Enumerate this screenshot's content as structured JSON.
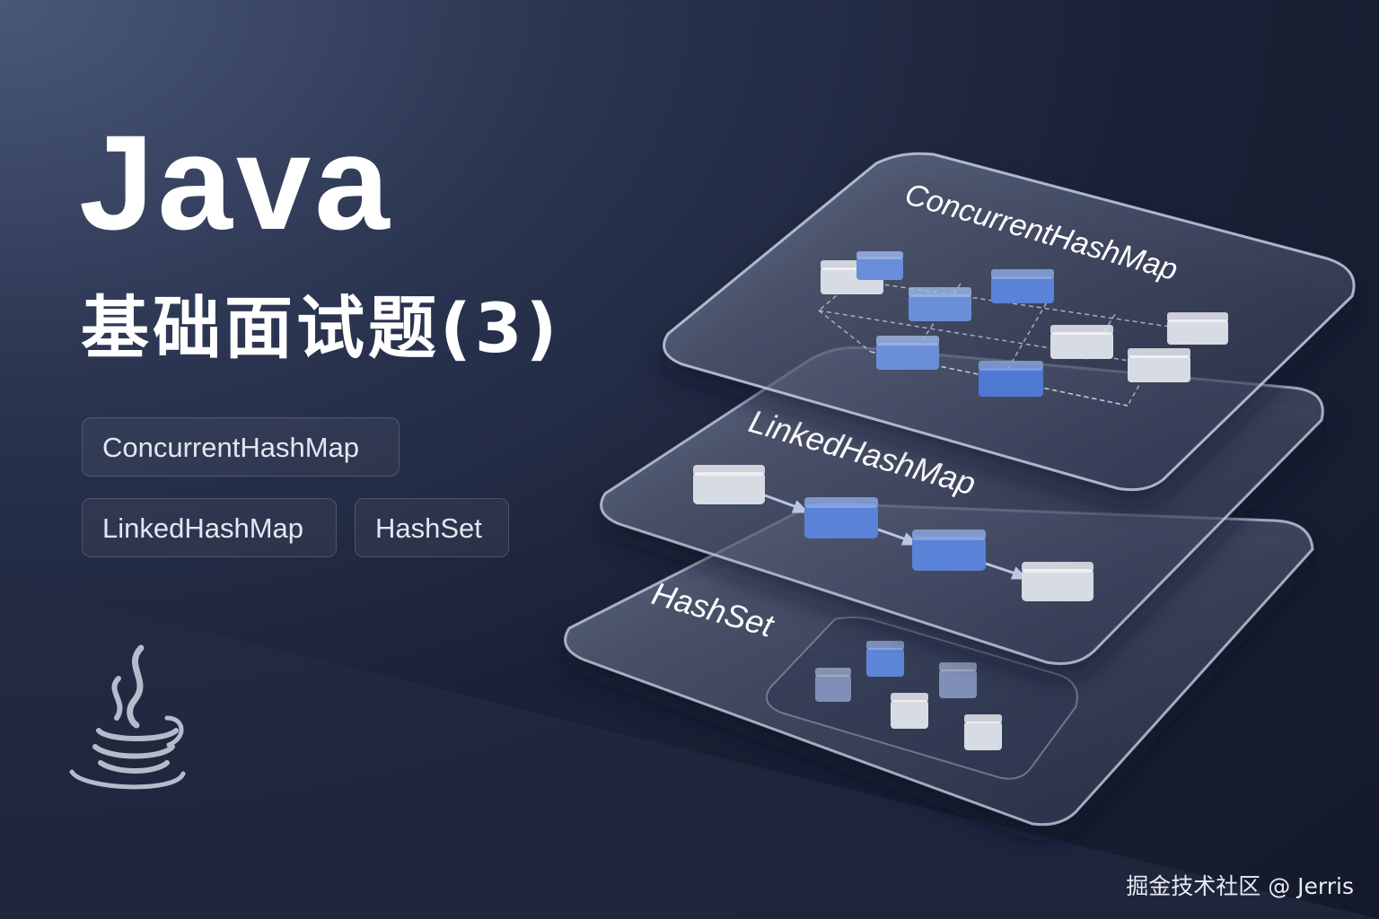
{
  "title": "Java",
  "subtitle": "基础面试题(3)",
  "tags": [
    "ConcurrentHashMap",
    "LinkedHashMap",
    "HashSet"
  ],
  "layers": {
    "top": "ConcurrentHashMap",
    "middle": "LinkedHashMap",
    "bottom": "HashSet"
  },
  "watermark": "掘金技术社区 @ Jerris",
  "icons": {
    "logo": "java-coffee-cup-logo"
  },
  "colors": {
    "accent": "#5f86d8",
    "block_light": "#d9dde6",
    "background": "#1a2136"
  }
}
